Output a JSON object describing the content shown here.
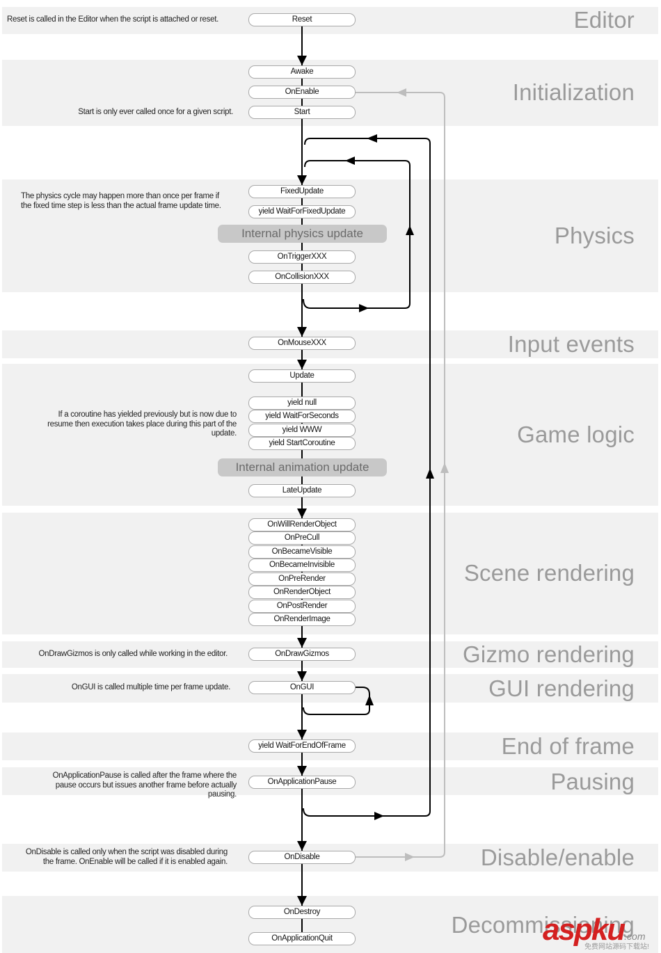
{
  "sections": [
    {
      "id": "editor",
      "title": "Editor"
    },
    {
      "id": "initialization",
      "title": "Initialization"
    },
    {
      "id": "physics",
      "title": "Physics"
    },
    {
      "id": "input",
      "title": "Input events"
    },
    {
      "id": "gamelogic",
      "title": "Game logic"
    },
    {
      "id": "scene",
      "title": "Scene rendering"
    },
    {
      "id": "gizmo",
      "title": "Gizmo rendering"
    },
    {
      "id": "gui",
      "title": "GUI rendering"
    },
    {
      "id": "endframe",
      "title": "End of frame"
    },
    {
      "id": "pausing",
      "title": "Pausing"
    },
    {
      "id": "disable",
      "title": "Disable/enable"
    },
    {
      "id": "decommissioning",
      "title": "Decommissioning"
    }
  ],
  "nodes": {
    "reset": "Reset",
    "awake": "Awake",
    "onenable": "OnEnable",
    "start": "Start",
    "fixedupdate": "FixedUpdate",
    "waitforfixedupdate": "yield WaitForFixedUpdate",
    "internal_physics": "Internal physics update",
    "ontrigger": "OnTriggerXXX",
    "oncollision": "OnCollisionXXX",
    "onmouse": "OnMouseXXX",
    "update": "Update",
    "yield_null": "yield null",
    "yield_waitforseconds": "yield WaitForSeconds",
    "yield_www": "yield WWW",
    "yield_startcoroutine": "yield StartCoroutine",
    "internal_animation": "Internal animation update",
    "lateupdate": "LateUpdate",
    "onwillrenderobject": "OnWillRenderObject",
    "onprecull": "OnPreCull",
    "onbecamevisible": "OnBecameVisible",
    "onbecameinvisible": "OnBecameInvisible",
    "onprerender": "OnPreRender",
    "onrenderobject": "OnRenderObject",
    "onpostrender": "OnPostRender",
    "onrenderimage": "OnRenderImage",
    "ondrawgizmos": "OnDrawGizmos",
    "ongui": "OnGUI",
    "waitforendofframe": "yield WaitForEndOfFrame",
    "onapplicationpause": "OnApplicationPause",
    "ondisable": "OnDisable",
    "ondestroy": "OnDestroy",
    "onapplicationquit": "OnApplicationQuit"
  },
  "notes": {
    "reset": "Reset is called in the Editor when the script is attached or reset.",
    "start": "Start is only ever called once for a given script.",
    "physics": "The physics cycle may happen more than once per frame if\nthe fixed time step is less than the actual frame update time.",
    "coroutine": "If a coroutine has yielded previously but is now due to\nresume then execution takes place during this part of the\nupdate.",
    "gizmos": "OnDrawGizmos is only called while working in the editor.",
    "gui": "OnGUI is called multiple time per frame update.",
    "pause": "OnApplicationPause is called after the frame where the\npause occurs but issues another frame before actually\npausing.",
    "disable": "OnDisable is called only when the script was disabled during\nthe frame. OnEnable will be called if it is enabled again."
  },
  "watermark": {
    "brand": "aspku",
    "suffix": ".com",
    "tagline": "免费网站源码下载站!"
  },
  "colors": {
    "band": "#f1f1f1",
    "section_title": "#9a9a9a",
    "flow_line": "#000000",
    "enable_loop_line": "#bdbdbd",
    "internal_box": "#c8c8c8",
    "watermark": "#d42020"
  }
}
